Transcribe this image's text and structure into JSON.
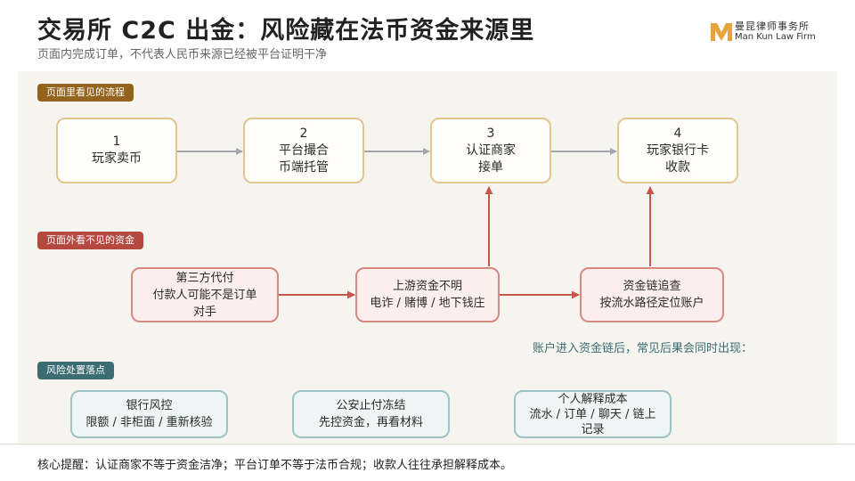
{
  "header": {
    "title": "交易所 C2C 出金：风险藏在法币资金来源里",
    "subtitle": "页面内完成订单，不代表人民币来源已经被平台证明干净"
  },
  "logo": {
    "name_cn": "曼昆律师事务所",
    "name_en": "Man Kun Law Firm",
    "accent": "#e8a33c"
  },
  "sections": {
    "visible_flow": "页面里看见的流程",
    "hidden_funds": "页面外看不见的资金",
    "risk_points": "风险处置落点"
  },
  "flow_steps": [
    {
      "num": "1",
      "line1": "玩家卖币",
      "line2": ""
    },
    {
      "num": "2",
      "line1": "平台撮合",
      "line2": "币端托管"
    },
    {
      "num": "3",
      "line1": "认证商家",
      "line2": "接单"
    },
    {
      "num": "4",
      "line1": "玩家银行卡",
      "line2": "收款"
    }
  ],
  "hidden_steps": [
    {
      "line1": "第三方代付",
      "line2": "付款人可能不是订单",
      "line3": "对手"
    },
    {
      "line1": "上游资金不明",
      "line2": "电诈 / 赌博 / 地下钱庄",
      "line3": ""
    },
    {
      "line1": "资金链追查",
      "line2": "按流水路径定位账户",
      "line3": ""
    }
  ],
  "consequence_note": "账户进入资金链后，常见后果会同时出现：",
  "risk_outcomes": [
    {
      "line1": "银行风控",
      "line2": "限额 / 非柜面 / 重新核验",
      "line3": ""
    },
    {
      "line1": "公安止付冻结",
      "line2": "先控资金，再看材料",
      "line3": ""
    },
    {
      "line1": "个人解释成本",
      "line2": "流水 / 订单 / 聊天 / 链上",
      "line3": "记录"
    }
  ],
  "footer": "核心提醒：认证商家不等于资金洁净；平台订单不等于法币合规；收款人往往承担解释成本。",
  "colors": {
    "flow_border": "#e4c590",
    "hidden_border": "#d48a80",
    "risk_border": "#9dc3c4",
    "arrow_gray": "#a3a7ad",
    "arrow_red": "#c6554b"
  }
}
